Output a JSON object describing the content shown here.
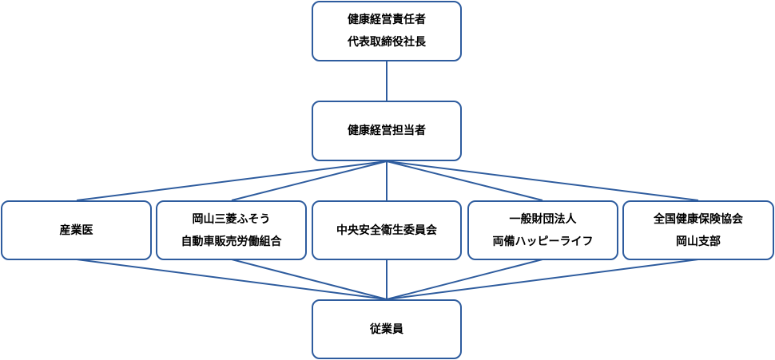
{
  "colors": {
    "stroke": "#2e5c9e",
    "text": "#000000",
    "background": "#ffffff"
  },
  "nodes": {
    "ceo": {
      "line1": "健康経営責任者",
      "line2": "代表取締役社長"
    },
    "manager": {
      "line1": "健康経営担当者"
    },
    "doctor": {
      "line1": "産業医"
    },
    "union": {
      "line1": "岡山三菱ふそう",
      "line2": "自動車販売労働組合"
    },
    "committee": {
      "line1": "中央安全衛生委員会"
    },
    "foundation": {
      "line1": "一般財団法人",
      "line2": "両備ハッピーライフ"
    },
    "insurance": {
      "line1": "全国健康保険協会",
      "line2": "岡山支部"
    },
    "employees": {
      "line1": "従業員"
    }
  }
}
